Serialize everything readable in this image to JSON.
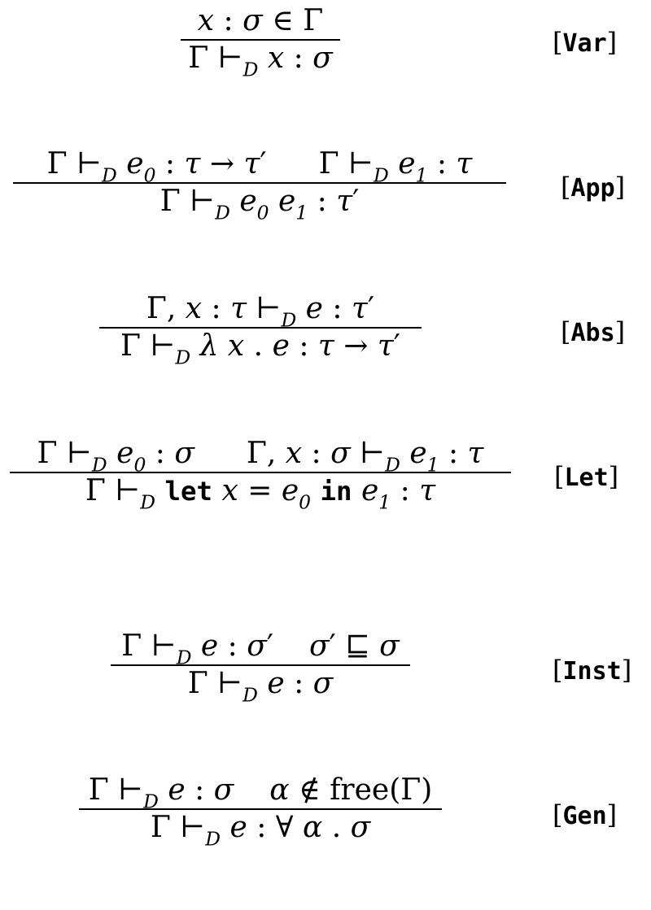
{
  "rules": [
    {
      "id": "var",
      "label": "Var",
      "premises": [
        "x : σ ∈ Γ"
      ],
      "conclusion": "Γ ⊢D x : σ"
    },
    {
      "id": "app",
      "label": "App",
      "premises": [
        "Γ ⊢D e0 : τ → τ′",
        "Γ ⊢D e1 : τ"
      ],
      "conclusion": "Γ ⊢D e0 e1 : τ′"
    },
    {
      "id": "abs",
      "label": "Abs",
      "premises": [
        "Γ, x : τ ⊢D e : τ′"
      ],
      "conclusion": "Γ ⊢D λ x . e : τ → τ′"
    },
    {
      "id": "let",
      "label": "Let",
      "premises": [
        "Γ ⊢D e0 : σ",
        "Γ, x : σ ⊢D e1 : τ"
      ],
      "conclusion": "Γ ⊢D let x = e0 in e1 : τ"
    },
    {
      "id": "inst",
      "label": "Inst",
      "premises": [
        "Γ ⊢D e : σ′",
        "σ′ ⊑ σ"
      ],
      "conclusion": "Γ ⊢D e : σ"
    },
    {
      "id": "gen",
      "label": "Gen",
      "premises": [
        "Γ ⊢D e : σ",
        "α ∉ free(Γ)"
      ],
      "conclusion": "Γ ⊢D e : ∀ α . σ"
    }
  ],
  "brackets": {
    "open": "[",
    "close": "]"
  }
}
